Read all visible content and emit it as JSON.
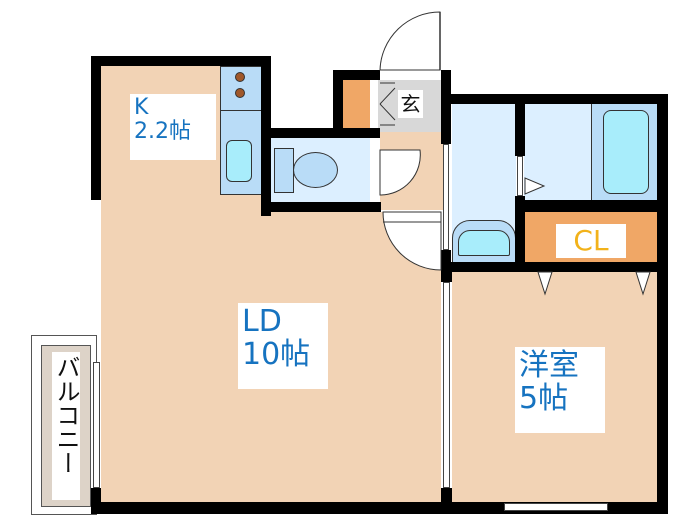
{
  "floorplan": {
    "rooms": [
      {
        "id": "kitchen",
        "name": "K",
        "size": "2.2帖"
      },
      {
        "id": "ld",
        "name": "LD",
        "size": "10帖"
      },
      {
        "id": "western",
        "name": "洋室",
        "size": "5帖"
      },
      {
        "id": "closet",
        "name": "CL"
      },
      {
        "id": "entrance",
        "name": "玄"
      },
      {
        "id": "balcony",
        "name": "バルコニー"
      }
    ],
    "colors": {
      "floor": "#f2d3b5",
      "wet_area": "#dcefff",
      "fixture": "#b9dcf7",
      "fixture_inner": "#a8edfb",
      "storage": "#f0a766",
      "label_text": "#1673c0",
      "cl_text": "#f2b21a",
      "entrance_floor": "#d8d8d8",
      "balcony": "#ddd3c8",
      "wall": "#000000"
    }
  }
}
